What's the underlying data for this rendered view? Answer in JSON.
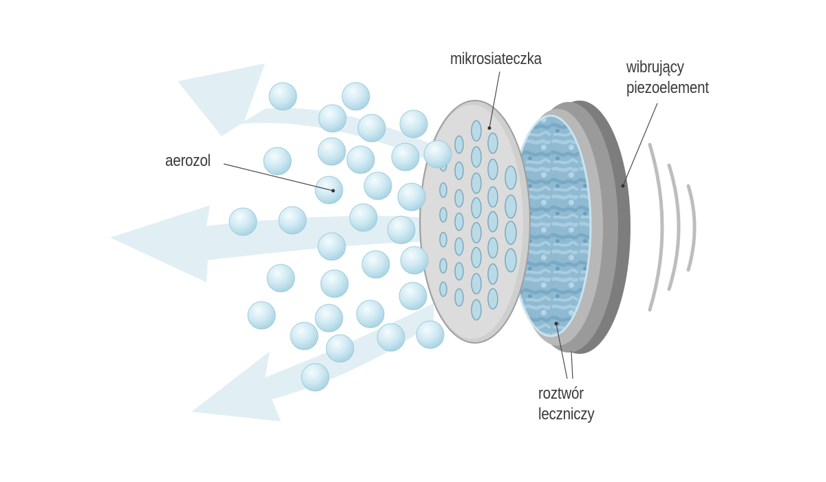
{
  "diagram": {
    "labels": {
      "aerosol": "aerozol",
      "mesh": "mikrosiateczka",
      "piezo_line1": "wibrujący",
      "piezo_line2": "piezoelement",
      "solution_line1": "roztwór",
      "solution_line2": "leczniczy"
    },
    "colors": {
      "arrow_fill": "#e1eff4",
      "droplet": "#c3e3ef",
      "droplet_highlight": "#f4fbfd",
      "mesh_disc": "#d6d6d6",
      "mesh_edge": "#a8a8a8",
      "mesh_hole": "#b9dbe8",
      "piezo_ring": "#8a8a8a",
      "solution": "#8db9d1",
      "vibration_lines": "#bdbdbd",
      "text": "#3a3a3a"
    }
  }
}
